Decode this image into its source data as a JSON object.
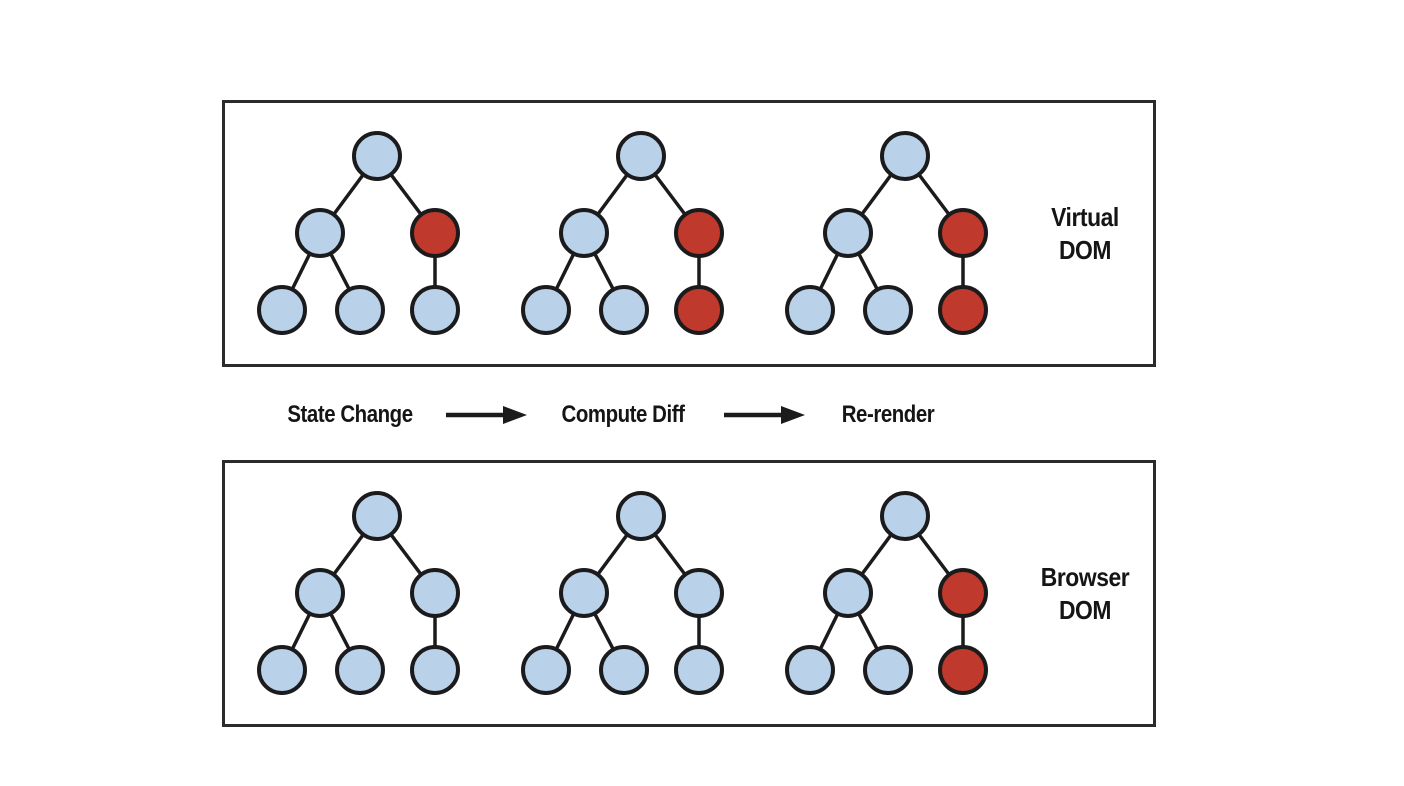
{
  "colors": {
    "background": "#ffffff",
    "node_blue": "#b9d2ea",
    "node_red": "#bf3a2c",
    "node_stroke": "#1b1b1d",
    "edge": "#1b1b1d",
    "box_border": "#2b2b2b",
    "text": "#151515"
  },
  "panels": [
    {
      "id": "virtual-dom",
      "label_lines": [
        "Virtual",
        "DOM"
      ],
      "trees": [
        {
          "nodes": [
            "blue",
            "blue",
            "red",
            "blue",
            "blue",
            "blue"
          ]
        },
        {
          "nodes": [
            "blue",
            "blue",
            "red",
            "blue",
            "blue",
            "red"
          ]
        },
        {
          "nodes": [
            "blue",
            "blue",
            "red",
            "blue",
            "blue",
            "red"
          ]
        }
      ]
    },
    {
      "id": "browser-dom",
      "label_lines": [
        "Browser",
        "DOM"
      ],
      "trees": [
        {
          "nodes": [
            "blue",
            "blue",
            "blue",
            "blue",
            "blue",
            "blue"
          ]
        },
        {
          "nodes": [
            "blue",
            "blue",
            "blue",
            "blue",
            "blue",
            "blue"
          ]
        },
        {
          "nodes": [
            "blue",
            "blue",
            "red",
            "blue",
            "blue",
            "red"
          ]
        }
      ]
    }
  ],
  "flow": {
    "steps": [
      "State Change",
      "Compute Diff",
      "Re-render"
    ]
  }
}
